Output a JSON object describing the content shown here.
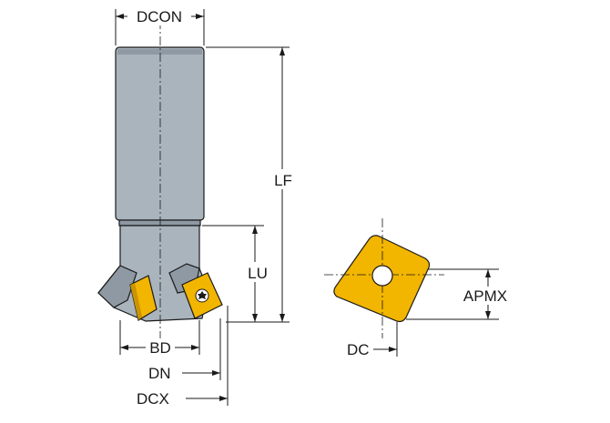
{
  "labels": {
    "dcon": "DCON",
    "lf": "LF",
    "lu": "LU",
    "bd": "BD",
    "dn": "DN",
    "dcx": "DCX",
    "apmx": "APMX",
    "dc": "DC"
  },
  "colors": {
    "shank": "#aab4bd",
    "shank_dark": "#8e99a3",
    "insert": "#f2b500",
    "insert_dark": "#c99400",
    "line": "#1a1a1a"
  }
}
